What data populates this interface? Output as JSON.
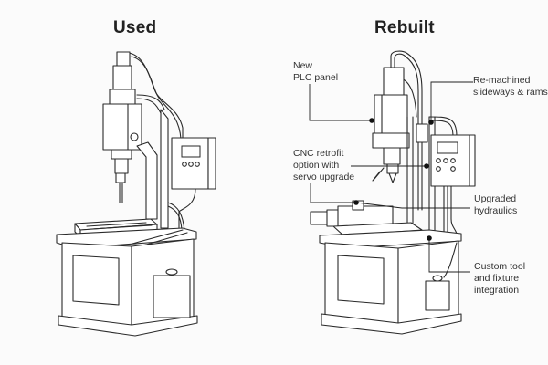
{
  "left_panel": {
    "title": "Used"
  },
  "right_panel": {
    "title": "Rebuilt",
    "callouts": [
      {
        "id": "plc",
        "text": "New\nPLC panel"
      },
      {
        "id": "slideways",
        "text": "Re-machined\nslideways & rams"
      },
      {
        "id": "cnc",
        "text": "CNC retrofit\noption with\nservo upgrade"
      },
      {
        "id": "hydraulics",
        "text": "Upgraded\nhydraulics"
      },
      {
        "id": "tooling",
        "text": "Custom tool\nand fixture\nintegration"
      }
    ]
  },
  "icons": {
    "callout_marker": "filled-dot"
  }
}
